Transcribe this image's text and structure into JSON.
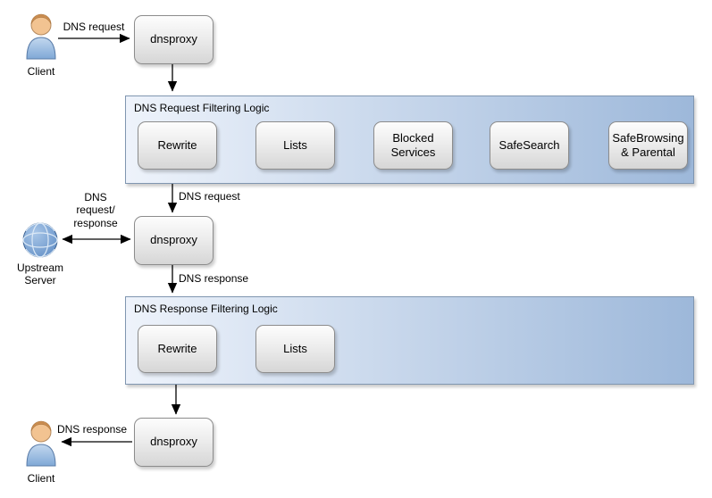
{
  "nodes": {
    "client_top": "Client",
    "dnsproxy_top": "dnsproxy",
    "dnsproxy_mid": "dnsproxy",
    "dnsproxy_bottom": "dnsproxy",
    "upstream_server": "Upstream\nServer",
    "client_bottom": "Client"
  },
  "request_filtering": {
    "title": "DNS Request Filtering Logic",
    "steps": [
      "Rewrite",
      "Lists",
      "Blocked\nServices",
      "SafeSearch",
      "SafeBrowsing\n& Parental"
    ]
  },
  "response_filtering": {
    "title": "DNS Response Filtering Logic",
    "steps": [
      "Rewrite",
      "Lists"
    ]
  },
  "edge_labels": {
    "client_to_proxy": "DNS request",
    "proxy_to_request_filter": "DNS request",
    "upstream_link": "DNS\nrequest/\nresponse",
    "filter_to_proxy_response": "DNS response",
    "proxy_to_client": "DNS response"
  },
  "colors": {
    "container_gradient_start": "#eef3fb",
    "container_gradient_end": "#9db8da",
    "container_border": "#8096b0",
    "arrow": "#000000"
  }
}
